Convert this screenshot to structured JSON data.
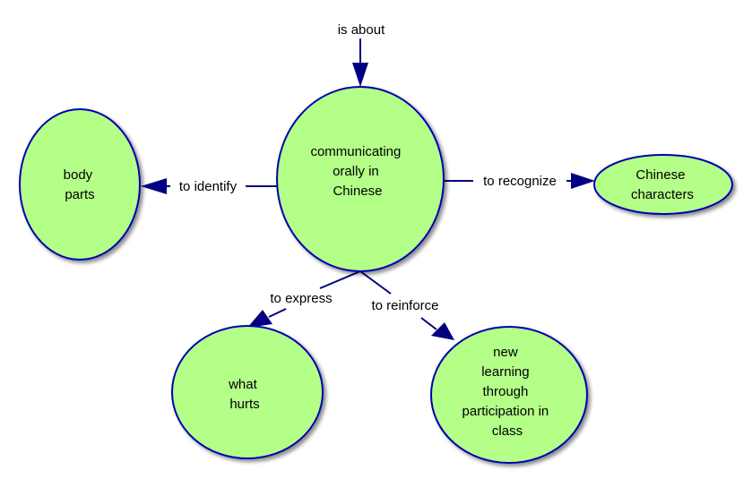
{
  "title": "Concept map: communicating orally in Chinese",
  "colors": {
    "node_fill": "#b3ff88",
    "node_stroke": "#0000b0",
    "link": "#000080",
    "text": "#000000",
    "shadow": "#9a9a9a"
  },
  "nodes": [
    {
      "id": "center",
      "lines": [
        "communicating",
        "orally in",
        "Chinese"
      ]
    },
    {
      "id": "body-parts",
      "lines": [
        "body",
        "parts"
      ]
    },
    {
      "id": "chinese-characters",
      "lines": [
        "Chinese",
        "characters"
      ]
    },
    {
      "id": "what-hurts",
      "lines": [
        "what",
        "hurts"
      ]
    },
    {
      "id": "new-learning",
      "lines": [
        "new",
        "learning",
        "through",
        "participation in",
        "class"
      ]
    }
  ],
  "links": [
    {
      "id": "is-about",
      "label": "is about",
      "from": null,
      "to": "center"
    },
    {
      "id": "to-identify",
      "label": "to identify",
      "from": "center",
      "to": "body-parts"
    },
    {
      "id": "to-recognize",
      "label": "to recognize",
      "from": "center",
      "to": "chinese-characters"
    },
    {
      "id": "to-express",
      "label": "to express",
      "from": "center",
      "to": "what-hurts"
    },
    {
      "id": "to-reinforce",
      "label": "to reinforce",
      "from": "center",
      "to": "new-learning"
    }
  ]
}
